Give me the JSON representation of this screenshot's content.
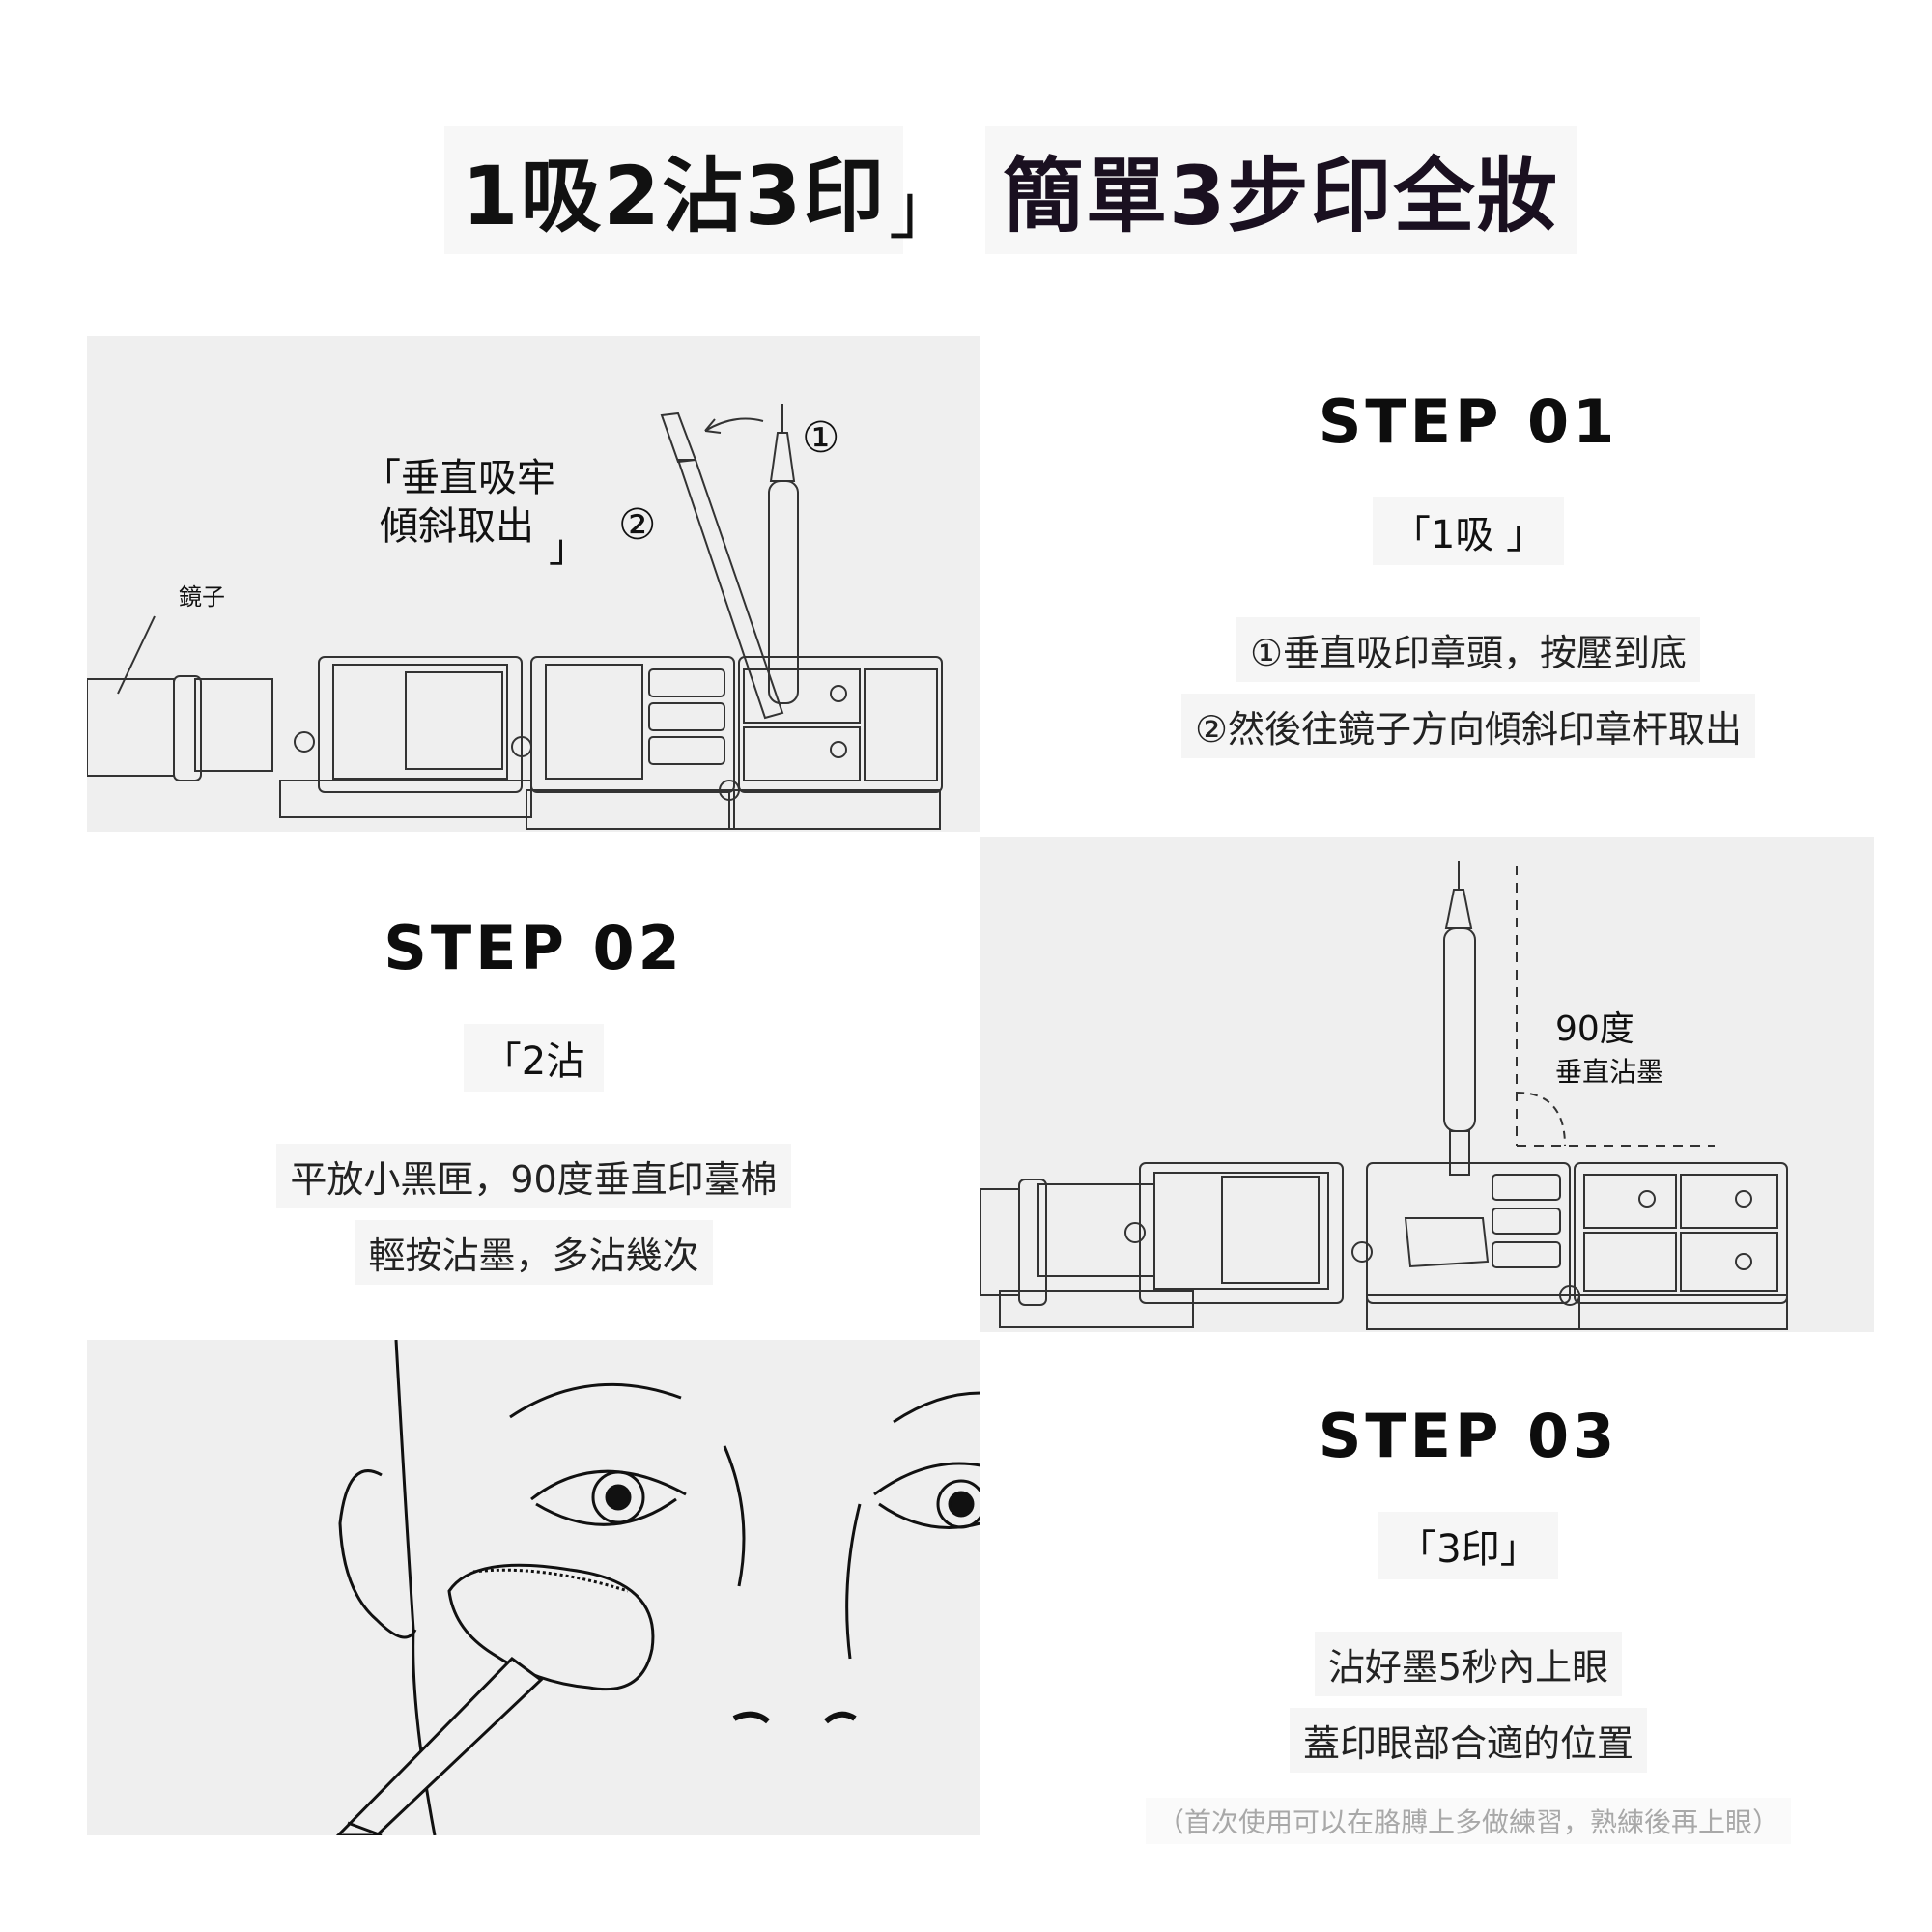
{
  "header": {
    "title_left": "1吸2沾3印",
    "title_bracket": "」",
    "title_right": "簡單3步印全妝"
  },
  "panel1": {
    "quote_line1": "「垂直吸牢",
    "quote_line2": "傾斜取出",
    "quote_close": "」",
    "mirror_label": "鏡子",
    "marker1": "①",
    "marker2": "②"
  },
  "panel2": {
    "angle_label": "90度",
    "angle_sub": "垂直沾墨"
  },
  "step1": {
    "title": "STEP 01",
    "tag": "「1吸 」",
    "lines": [
      "①垂直吸印章頭，按壓到底",
      "②然後往鏡子方向傾斜印章杆取出"
    ]
  },
  "step2": {
    "title": "STEP 02",
    "tag": "「2沾",
    "lines": [
      "平放小黑匣，90度垂直印臺棉",
      "輕按沾墨，多沾幾次"
    ]
  },
  "step3": {
    "title": "STEP 03",
    "tag": "「3印」",
    "lines": [
      "沾好墨5秒內上眼",
      "蓋印眼部合適的位置"
    ],
    "note": "（首次使用可以在胳膊上多做練習，熟練後再上眼）"
  }
}
